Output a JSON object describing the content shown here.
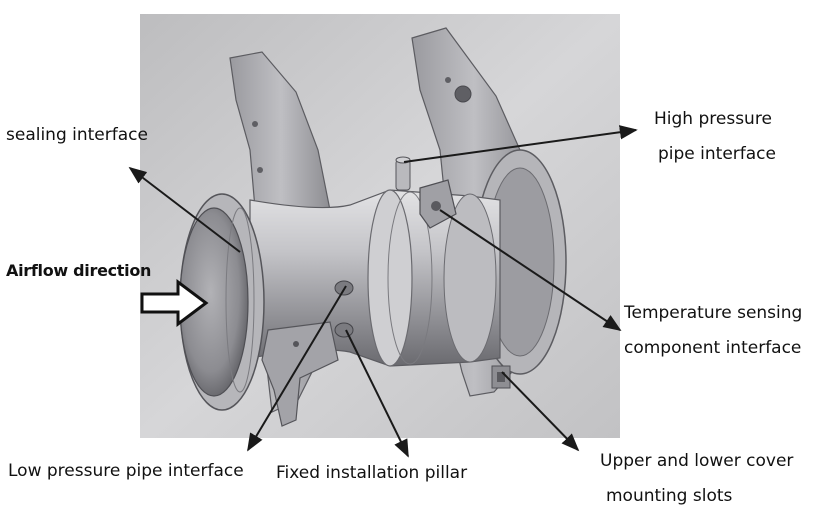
{
  "labels": {
    "sealing_interface": "sealing interface",
    "airflow_direction": "Airflow direction",
    "high_pressure_line1": "High pressure",
    "high_pressure_line2": "pipe interface",
    "temp_sensing_line1": "Temperature sensing",
    "temp_sensing_line2": "component interface",
    "low_pressure": "Low pressure pipe interface",
    "fixed_pillar": "Fixed installation pillar",
    "cover_slots_line1": "Upper and lower cover",
    "cover_slots_line2": "mounting slots"
  },
  "colors": {
    "photo_background": "#c8c8c8",
    "metal_light": "#d9d9db",
    "metal_mid": "#a9a9ad",
    "metal_dark": "#6d6d72",
    "leader_line": "#1a1a1a"
  }
}
